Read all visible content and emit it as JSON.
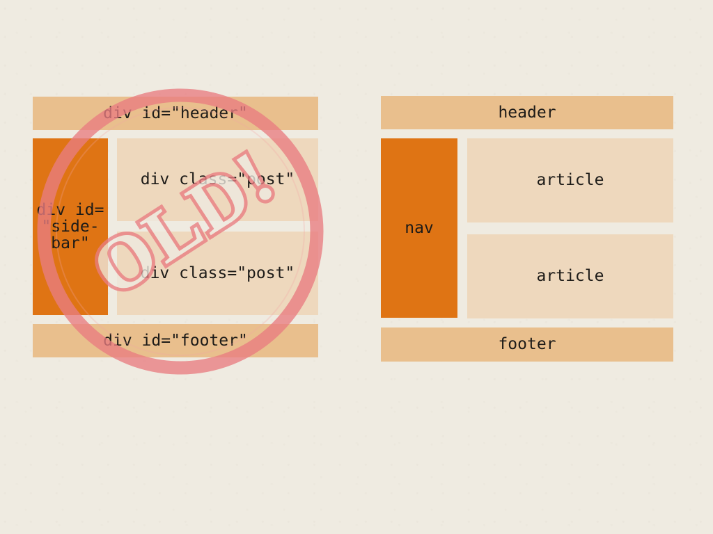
{
  "left_layout": {
    "header": "div id=\"header\"",
    "sidebar_lines": [
      "div id=",
      "\"side-",
      "bar\""
    ],
    "post_1": "div class=\"post\"",
    "post_2": "div class=\"post\"",
    "footer": "div id=\"footer\""
  },
  "right_layout": {
    "header": "header",
    "nav": "nav",
    "article_1": "article",
    "article_2": "article",
    "footer": "footer"
  },
  "stamp": {
    "text": "OLD!",
    "color": "#e97d81"
  },
  "colors": {
    "background": "#efebe1",
    "light_block": "#e9bf8d",
    "pale_block": "#eed8bd",
    "dark_block": "#df7414"
  }
}
